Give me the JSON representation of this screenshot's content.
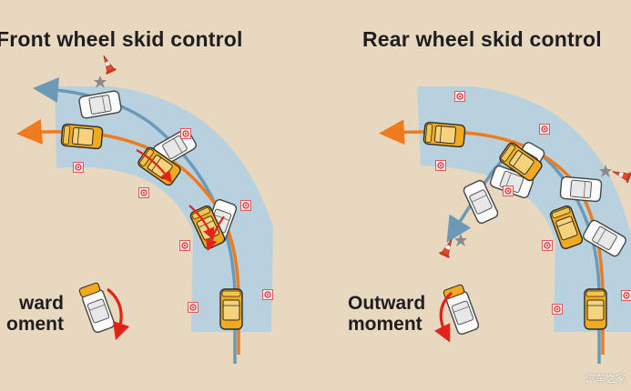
{
  "panels": {
    "left": {
      "title": "Front wheel skid control",
      "moment_label_line1": "ward",
      "moment_label_line2": "oment"
    },
    "right": {
      "title": "Rear wheel skid control",
      "moment_label_line1": "Outward",
      "moment_label_line2": "moment"
    }
  },
  "watermark": "汽车之家",
  "colors": {
    "background": "#e9d8c0",
    "road_band": "#b7d2de",
    "ideal_path": "#6b9ab8",
    "corrected_path": "#f07a1e",
    "moment_arrow": "#e2231a",
    "vehicle_body": "#f1a91f",
    "vehicle_skid": "#ffffff",
    "cone": "#e84b2a"
  },
  "icons": {
    "cone": "traffic-cone-icon",
    "pylon_marker": "pylon-marker-icon",
    "rotation_arrow": "rotation-arrow-icon"
  }
}
